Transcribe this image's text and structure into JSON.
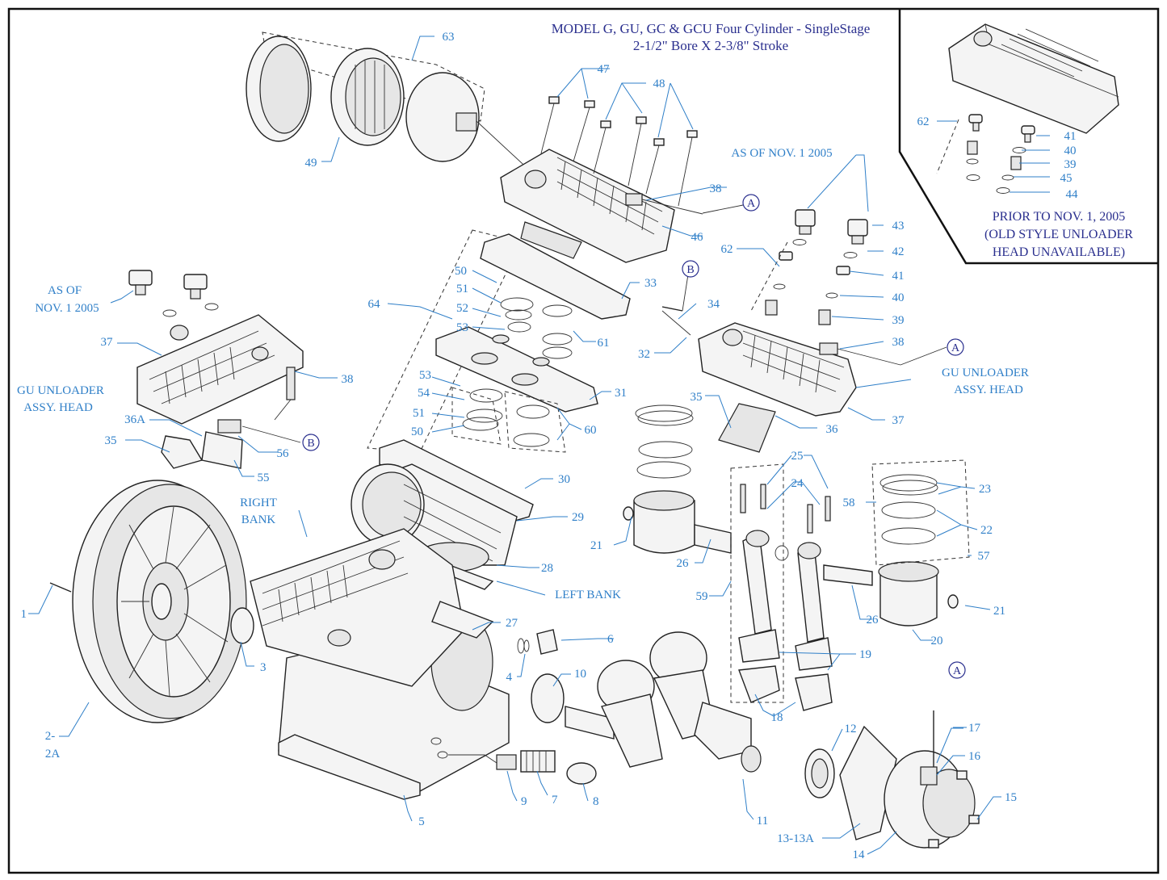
{
  "title": {
    "line1": "MODEL G, GU, GC & GCU Four Cylinder - SingleStage",
    "line2": "2-1/2\" Bore X 2-3/8\" Stroke"
  },
  "inset": {
    "line1": "PRIOR TO NOV. 1, 2005",
    "line2": "(OLD STYLE UNLOADER",
    "line3": "HEAD UNAVAILABLE)"
  },
  "notes": {
    "as_of_1": "AS OF",
    "as_of_2": "NOV. 1 2005",
    "as_of_top": "AS OF NOV. 1 2005",
    "gu_left_1": "GU UNLOADER",
    "gu_left_2": "ASSY. HEAD",
    "gu_right_1": "GU UNLOADER",
    "gu_right_2": "ASSY. HEAD",
    "right_bank_1": "RIGHT",
    "right_bank_2": "BANK",
    "left_bank": "LEFT BANK"
  },
  "callout_letters": {
    "a": "A",
    "b": "B"
  },
  "labels": {
    "p1": "1",
    "p2a": "2-",
    "p2b": "2A",
    "p3": "3",
    "p4": "4",
    "p5": "5",
    "p6": "6",
    "p7": "7",
    "p8": "8",
    "p9": "9",
    "p10": "10",
    "p11": "11",
    "p12": "12",
    "p13": "13-13A",
    "p14": "14",
    "p15": "15",
    "p16": "16",
    "p17": "17",
    "p18": "18",
    "p19": "19",
    "p20": "20",
    "p21l": "21",
    "p21r": "21",
    "p22": "22",
    "p23": "23",
    "p24": "24",
    "p25": "25",
    "p26l": "26",
    "p26r": "26",
    "p27": "27",
    "p28": "28",
    "p29": "29",
    "p30": "30",
    "p31": "31",
    "p32": "32",
    "p33": "33",
    "p34": "34",
    "p35l": "35",
    "p35r": "35",
    "p36": "36",
    "p36a": "36A",
    "p37l": "37",
    "p37r": "37",
    "p38l": "38",
    "p38top": "38",
    "p38r": "38",
    "p39": "39",
    "p39i": "39",
    "p40": "40",
    "p40i": "40",
    "p41": "41",
    "p41i": "41",
    "p42": "42",
    "p43": "43",
    "p44i": "44",
    "p45i": "45",
    "p46": "46",
    "p47": "47",
    "p48": "48",
    "p49": "49",
    "p50a": "50",
    "p50b": "50",
    "p51a": "51",
    "p51b": "51",
    "p52": "52",
    "p53a": "53",
    "p53b": "53",
    "p54": "54",
    "p55": "55",
    "p56": "56",
    "p57": "57",
    "p58": "58",
    "p59": "59",
    "p60": "60",
    "p61": "61",
    "p62": "62",
    "p62i": "62",
    "p63": "63",
    "p64": "64"
  }
}
